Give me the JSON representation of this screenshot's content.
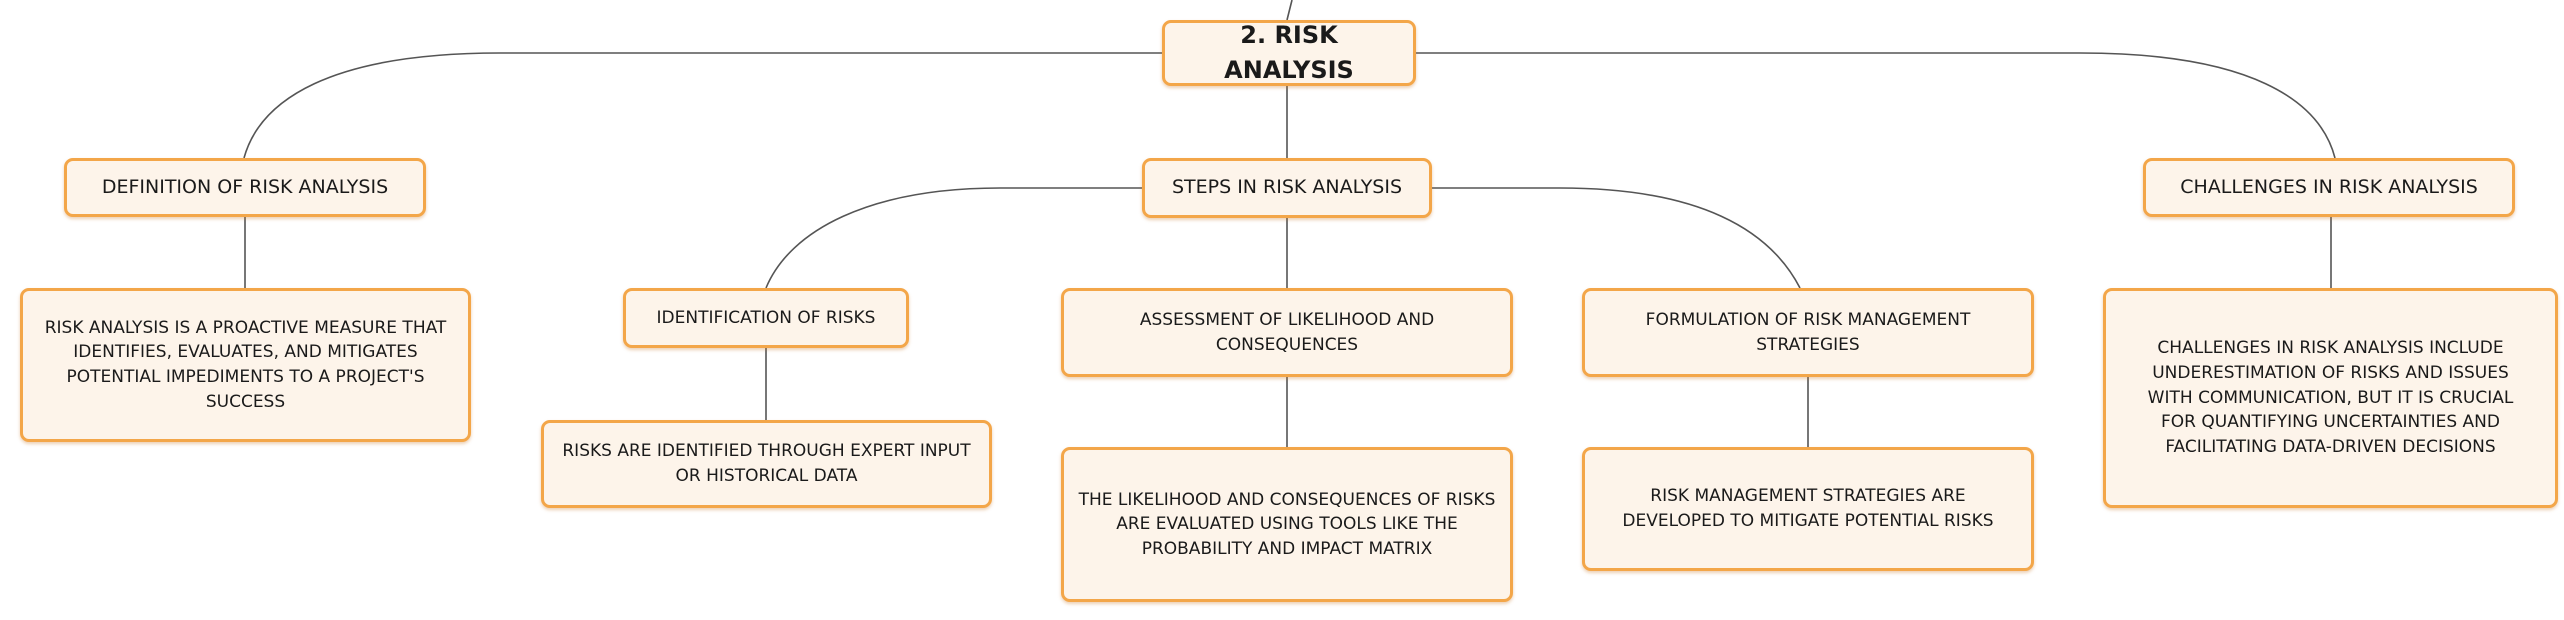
{
  "colors": {
    "node_border": "#f3a649",
    "node_fill": "#fdf4ea",
    "connector": "#555555"
  },
  "diagram": {
    "root": "2. RISK ANALYSIS",
    "definition": {
      "title": "DEFINITION OF RISK ANALYSIS",
      "detail": "RISK ANALYSIS IS A PROACTIVE MEASURE THAT IDENTIFIES, EVALUATES, AND MITIGATES POTENTIAL IMPEDIMENTS TO A PROJECT'S SUCCESS"
    },
    "steps": {
      "title": "STEPS IN RISK ANALYSIS",
      "identification": {
        "title": "IDENTIFICATION OF RISKS",
        "detail": "RISKS ARE IDENTIFIED THROUGH EXPERT INPUT OR HISTORICAL DATA"
      },
      "assessment": {
        "title": "ASSESSMENT OF LIKELIHOOD AND CONSEQUENCES",
        "detail": "THE LIKELIHOOD AND CONSEQUENCES OF RISKS ARE EVALUATED USING TOOLS LIKE THE PROBABILITY AND IMPACT MATRIX"
      },
      "formulation": {
        "title": "FORMULATION OF RISK MANAGEMENT STRATEGIES",
        "detail": "RISK MANAGEMENT STRATEGIES ARE DEVELOPED TO MITIGATE POTENTIAL RISKS"
      }
    },
    "challenges": {
      "title": "CHALLENGES IN RISK ANALYSIS",
      "detail": "CHALLENGES IN RISK ANALYSIS INCLUDE UNDERESTIMATION OF RISKS AND ISSUES WITH COMMUNICATION, BUT IT IS CRUCIAL FOR QUANTIFYING UNCERTAINTIES AND FACILITATING DATA-DRIVEN DECISIONS"
    }
  }
}
